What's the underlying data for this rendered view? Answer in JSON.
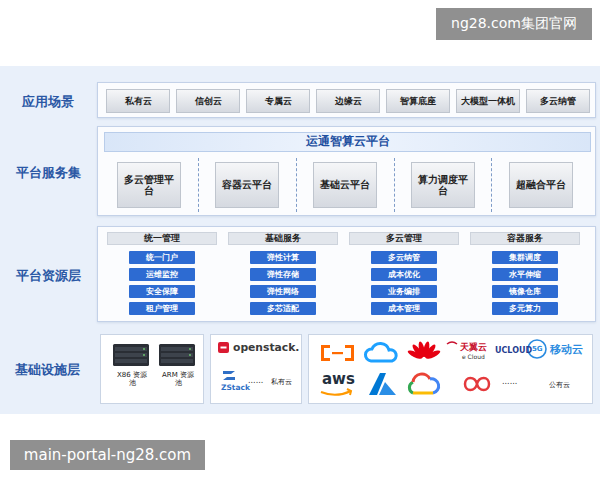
{
  "diagram": {
    "nodes": [
      {
        "text": [
          "应用场景"
        ]
      },
      {
        "text": [
          "私有云"
        ],
        "in": 0
      },
      {
        "text": [
          "信创云"
        ],
        "in": 0
      },
      {
        "text": [
          "专属云"
        ],
        "in": 0
      },
      {
        "text": [
          "边缘云"
        ],
        "in": 0
      },
      {
        "text": [
          "智算底座"
        ],
        "in": 0
      },
      {
        "text": [
          "大模型一体机"
        ],
        "in": 0
      },
      {
        "text": [
          "多云纳管"
        ],
        "in": 0
      },
      {
        "text": [
          "平台服务集"
        ]
      },
      {
        "text": [
          "运通智算云平台"
        ],
        "in": 8
      },
      {
        "text": [
          "多云管理平台"
        ],
        "in": 8
      },
      {
        "text": [
          "容器云平台"
        ],
        "in": 8
      },
      {
        "text": [
          "基础云平台"
        ],
        "in": 8
      },
      {
        "text": [
          "算力调度平台"
        ],
        "in": 8
      },
      {
        "text": [
          "超融合平台"
        ],
        "in": 8
      },
      {
        "text": [
          "平台资源层"
        ]
      },
      {
        "text": [
          "统一管理"
        ],
        "in": 15
      },
      {
        "text": [
          "统一门户"
        ],
        "in": 15
      },
      {
        "text": [
          "运维监控"
        ],
        "in": 15
      },
      {
        "text": [
          "安全保障"
        ],
        "in": 15
      },
      {
        "text": [
          "租户管理"
        ],
        "in": 15
      },
      {
        "text": [
          "基础服务"
        ],
        "in": 15
      },
      {
        "text": [
          "弹性计算"
        ],
        "in": 15
      },
      {
        "text": [
          "弹性存储"
        ],
        "in": 15
      },
      {
        "text": [
          "弹性网络"
        ],
        "in": 15
      },
      {
        "text": [
          "多芯适配"
        ],
        "in": 15
      },
      {
        "text": [
          "多云管理"
        ],
        "in": 15
      },
      {
        "text": [
          "多云纳管"
        ],
        "in": 15
      },
      {
        "text": [
          "成本优化"
        ],
        "in": 15
      },
      {
        "text": [
          "业务编排"
        ],
        "in": 15
      },
      {
        "text": [
          "成本管理"
        ],
        "in": 15
      },
      {
        "text": [
          "容器服务"
        ],
        "in": 15
      },
      {
        "text": [
          "集群调度"
        ],
        "in": 15
      },
      {
        "text": [
          "水平伸缩"
        ],
        "in": 15
      },
      {
        "text": [
          "镜像仓库"
        ],
        "in": 15
      },
      {
        "text": [
          "多元算力"
        ],
        "in": 15
      },
      {
        "text": [
          "基础设施层"
        ]
      },
      {
        "text": [
          "X86 资源池",
          "ARM 资源池"
        ],
        "in": 36
      },
      {
        "text": [
          "openstack.",
          "ZStack",
          "......",
          "私有云"
        ],
        "in": 36
      },
      {
        "text": [
          "aws",
          "天翼云",
          "e Cloud",
          "UCLOUD",
          "5G",
          "移动云",
          "......",
          "公有云"
        ],
        "in": 36
      }
    ],
    "labels": [
      "ng28.com集团官网",
      "main-portal-ng28.com"
    ]
  }
}
